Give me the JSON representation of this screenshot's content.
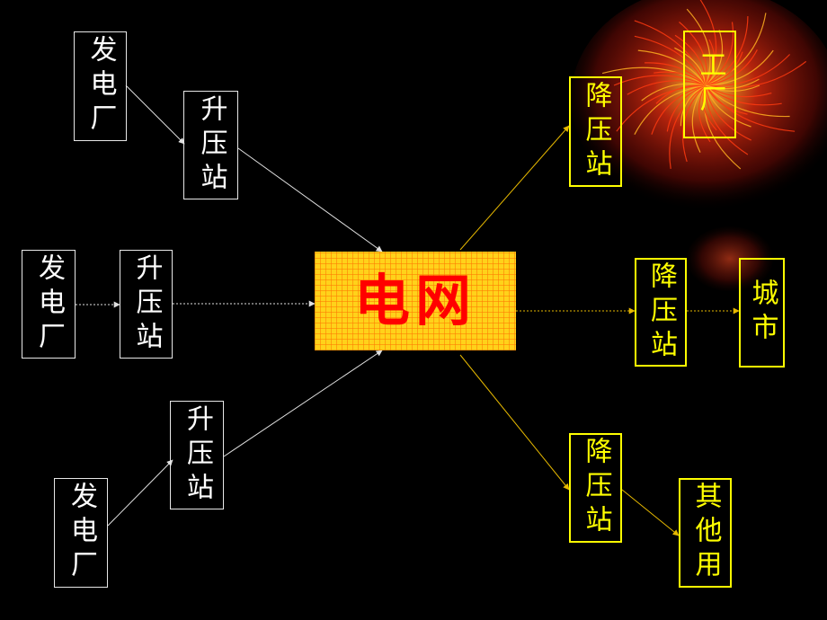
{
  "colors": {
    "background": "#000000",
    "left_box_border": "#e8e8e8",
    "left_text": "#ffffff",
    "right_box_border": "#ffff00",
    "right_text": "#ffff00",
    "grid_fill": "#ffd21a",
    "grid_text": "#ff0000",
    "right_arrow": "#e6b800",
    "left_arrow": "#e0e0e0"
  },
  "grid": {
    "label": "电网"
  },
  "left": {
    "plant_top": "发电厂",
    "station_top": "升压站",
    "plant_mid": "发电厂",
    "station_mid": "升压站",
    "station_bottom": "升压站",
    "plant_bottom": "发电厂"
  },
  "right": {
    "step_down_top": "降压站",
    "factory": "工厂",
    "step_down_mid": "降压站",
    "city": "城市",
    "step_down_bottom": "降压站",
    "other": "其他用"
  }
}
